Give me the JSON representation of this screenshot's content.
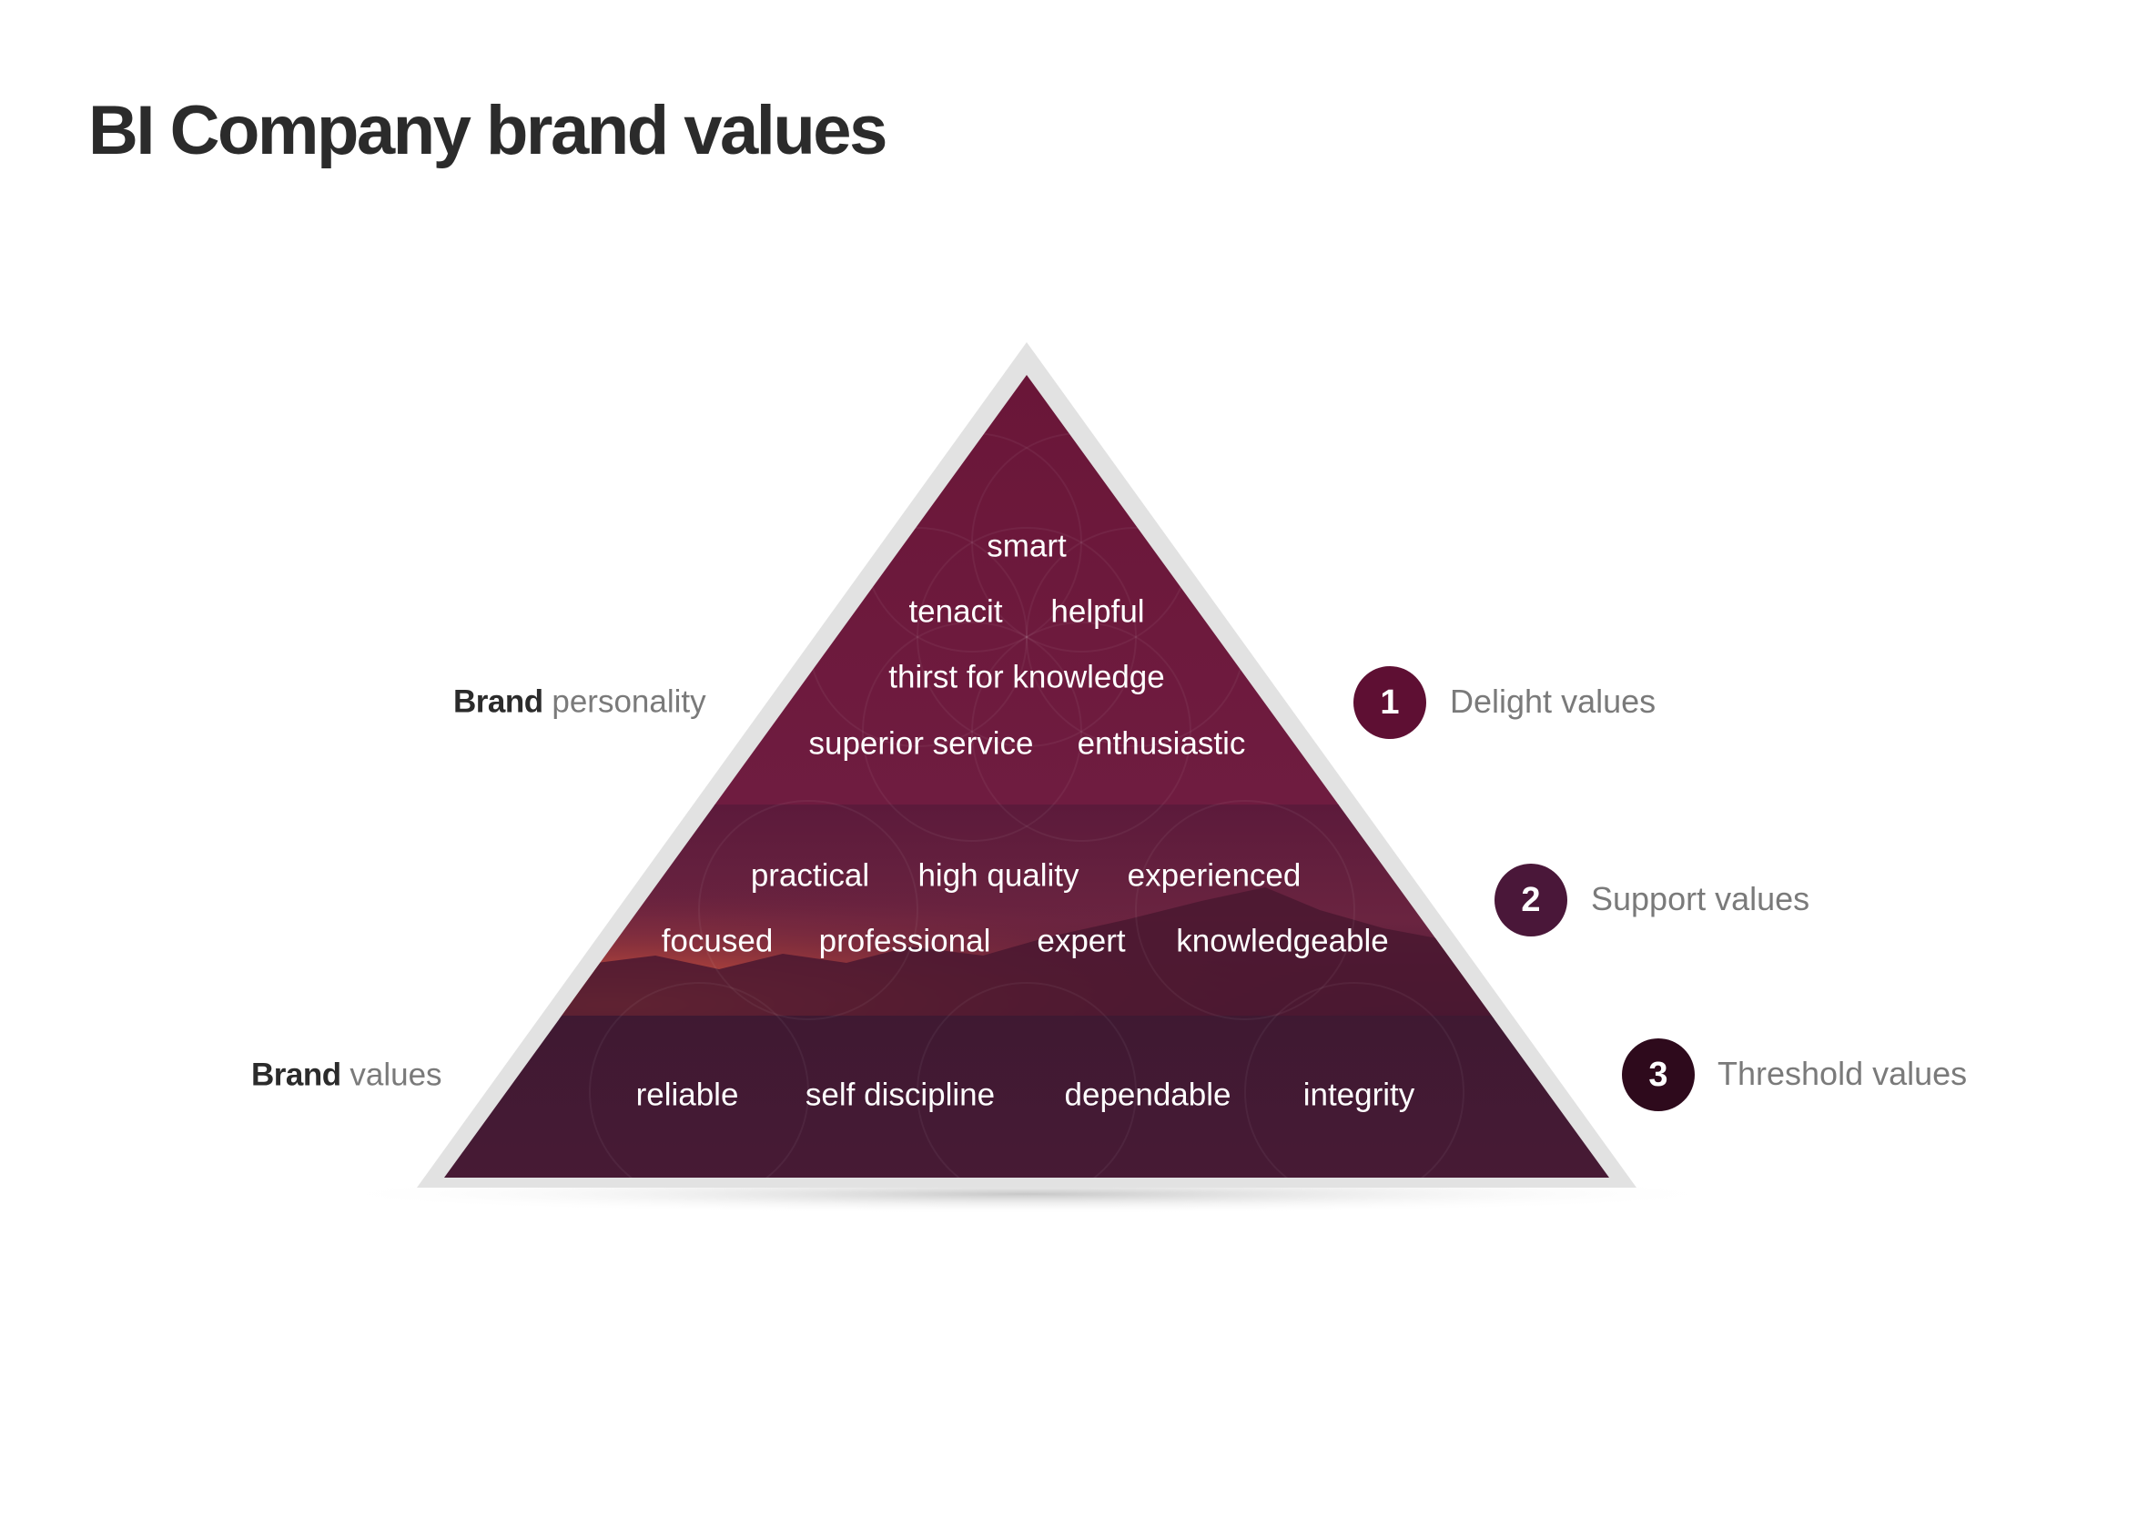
{
  "title": "BI Company brand values",
  "side_labels": {
    "personality": {
      "strong": "Brand",
      "light": "personality"
    },
    "values": {
      "strong": "Brand",
      "light": "values"
    }
  },
  "pyramid": {
    "top_tier": {
      "row1": [
        "smart"
      ],
      "row2": [
        "tenacit",
        "helpful"
      ],
      "row3": [
        "thirst for knowledge"
      ],
      "row4": [
        "superior service",
        "enthusiastic"
      ]
    },
    "middle_tier": {
      "row1": [
        "practical",
        "high quality",
        "experienced"
      ],
      "row2": [
        "focused",
        "professional",
        "expert",
        "knowledgeable"
      ]
    },
    "bottom_tier": {
      "row1": [
        "reliable",
        "self discipline",
        "dependable",
        "integrity"
      ]
    }
  },
  "levels": [
    {
      "number": "1",
      "name": "Delight values",
      "color": "#5e0f33"
    },
    {
      "number": "2",
      "name": "Support values",
      "color": "#4a1739"
    },
    {
      "number": "3",
      "name": "Threshold values",
      "color": "#2e0a1c"
    }
  ],
  "colors": {
    "top_tier": "#6e1a3e",
    "middle_tier": "#5f1a3c",
    "bottom_tier": "#3d1730",
    "sunset_glow": "#c8523a",
    "border": "#e2e2e2"
  }
}
